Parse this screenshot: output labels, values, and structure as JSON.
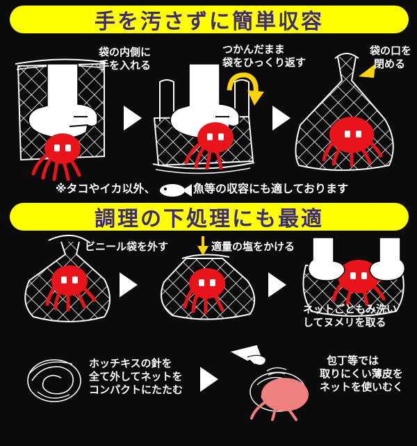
{
  "banners": {
    "top": "手を汚さずに簡単収容",
    "middle": "調理の下処理にも最適"
  },
  "section1": {
    "step1_label_line1": "袋の内側に",
    "step1_label_line2": "手を入れる",
    "step2_label_line1": "つかんだまま",
    "step2_label_line2": "袋をひっくり返す",
    "step3_label_line1": "袋の口を",
    "step3_label_line2": "閉める",
    "note_before_icon": "※タコやイカ以外、",
    "note_after_icon": "魚等の収容にも適しております"
  },
  "section2": {
    "step1_label": "ビニール袋を外す",
    "step2_label": "適量の塩をかける",
    "step3_label_line1": "ネットごともみ洗い",
    "step3_label_line2": "してヌメリを取る"
  },
  "section3": {
    "step1_label_line1": "ホッチキスの針を",
    "step1_label_line2": "全て外してネットを",
    "step1_label_line3": "コンパクトにたたむ",
    "step2_label_line1": "包丁等では",
    "step2_label_line2": "取りにくい薄皮を",
    "step2_label_line3": "ネットを使いむく"
  },
  "colors": {
    "background": "#0b0b0b",
    "banner": "#ffff00",
    "banner_text": "#3b2a7a",
    "octopus": "#e8141a",
    "arrow_yellow": "#ffd400"
  },
  "icons": [
    "hand-icon",
    "octopus-icon",
    "fish-icon",
    "curved-arrow-icon",
    "down-arrow-icon",
    "yellow-triangle-icon",
    "net-bag-icon"
  ]
}
